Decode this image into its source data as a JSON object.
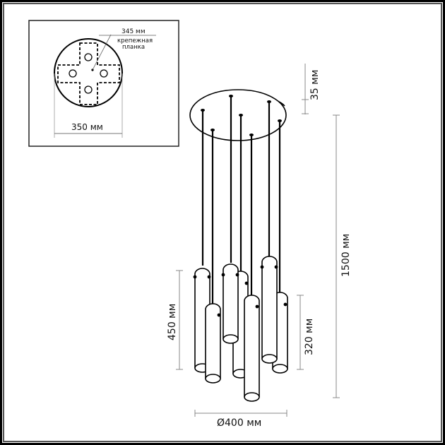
{
  "inset": {
    "mount_plate_label": "345 мм",
    "bracket_label_line1": "крепежная",
    "bracket_label_line2": "планка",
    "canopy_diameter_label": "350 мм"
  },
  "dimensions": {
    "canopy_height": "35 мм",
    "total_height": "1500 мм",
    "tube_long": "450 мм",
    "tube_short": "320 мм",
    "overall_diameter": "Ø400 мм"
  },
  "colors": {
    "line": "#000000",
    "dimension_line": "#888888",
    "frame": "#000000"
  }
}
